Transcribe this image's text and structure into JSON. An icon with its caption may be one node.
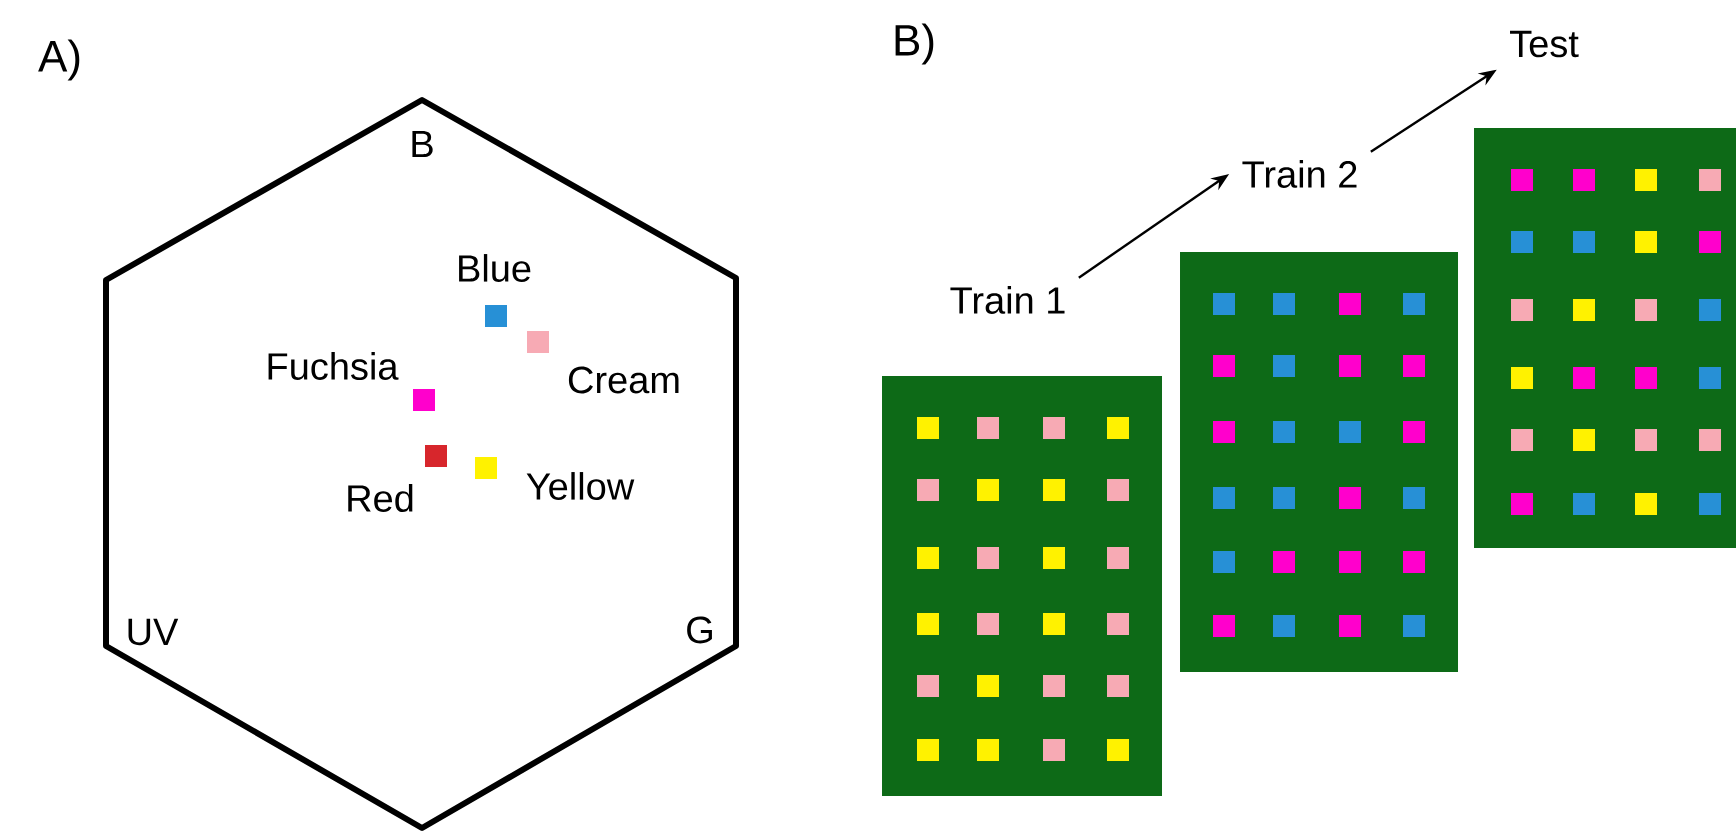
{
  "diagram": {
    "nodes": [
      {
        "text": [
          "Train 1"
        ]
      },
      {
        "text": [
          "Train 2"
        ]
      },
      {
        "text": [
          "Test"
        ]
      }
    ],
    "edges": [
      {
        "from": 0,
        "to": 1,
        "arrow": "to"
      },
      {
        "from": 1,
        "to": 2,
        "arrow": "to"
      }
    ],
    "labels": [
      "A)",
      "B)",
      "B",
      "Blue",
      "Fuchsia",
      "Cream",
      "Red",
      "Yellow",
      "UV",
      "G"
    ]
  }
}
